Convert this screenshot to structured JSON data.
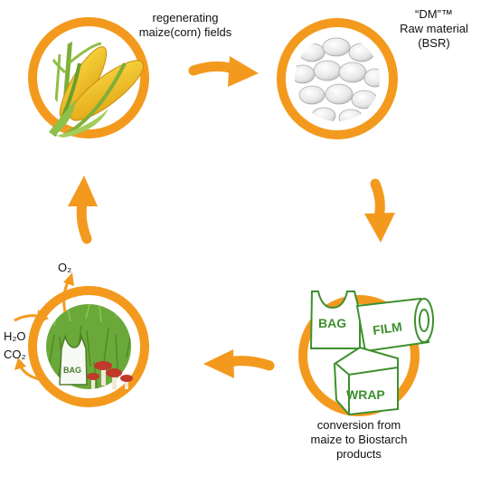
{
  "cycle": {
    "stages": [
      {
        "id": "fields",
        "lines": [
          "regenerating",
          "maize(corn) fields"
        ]
      },
      {
        "id": "raw",
        "lines": [
          "“DM”™",
          "Raw material",
          "(BSR)"
        ]
      },
      {
        "id": "products",
        "lines": [
          "conversion from",
          "maize to Biostarch",
          "products"
        ],
        "product_labels": [
          "BAG",
          "FILM",
          "WRAP"
        ]
      },
      {
        "id": "compost",
        "bag_label": "BAG"
      }
    ],
    "gases": {
      "o2": "O₂",
      "h2o": "H₂O",
      "co2": "CO₂"
    }
  },
  "colors": {
    "ring": "#F39A1E",
    "arrow": "#F39A1E",
    "product_green": "#3E8F2E",
    "grass": "#6AA83A"
  }
}
